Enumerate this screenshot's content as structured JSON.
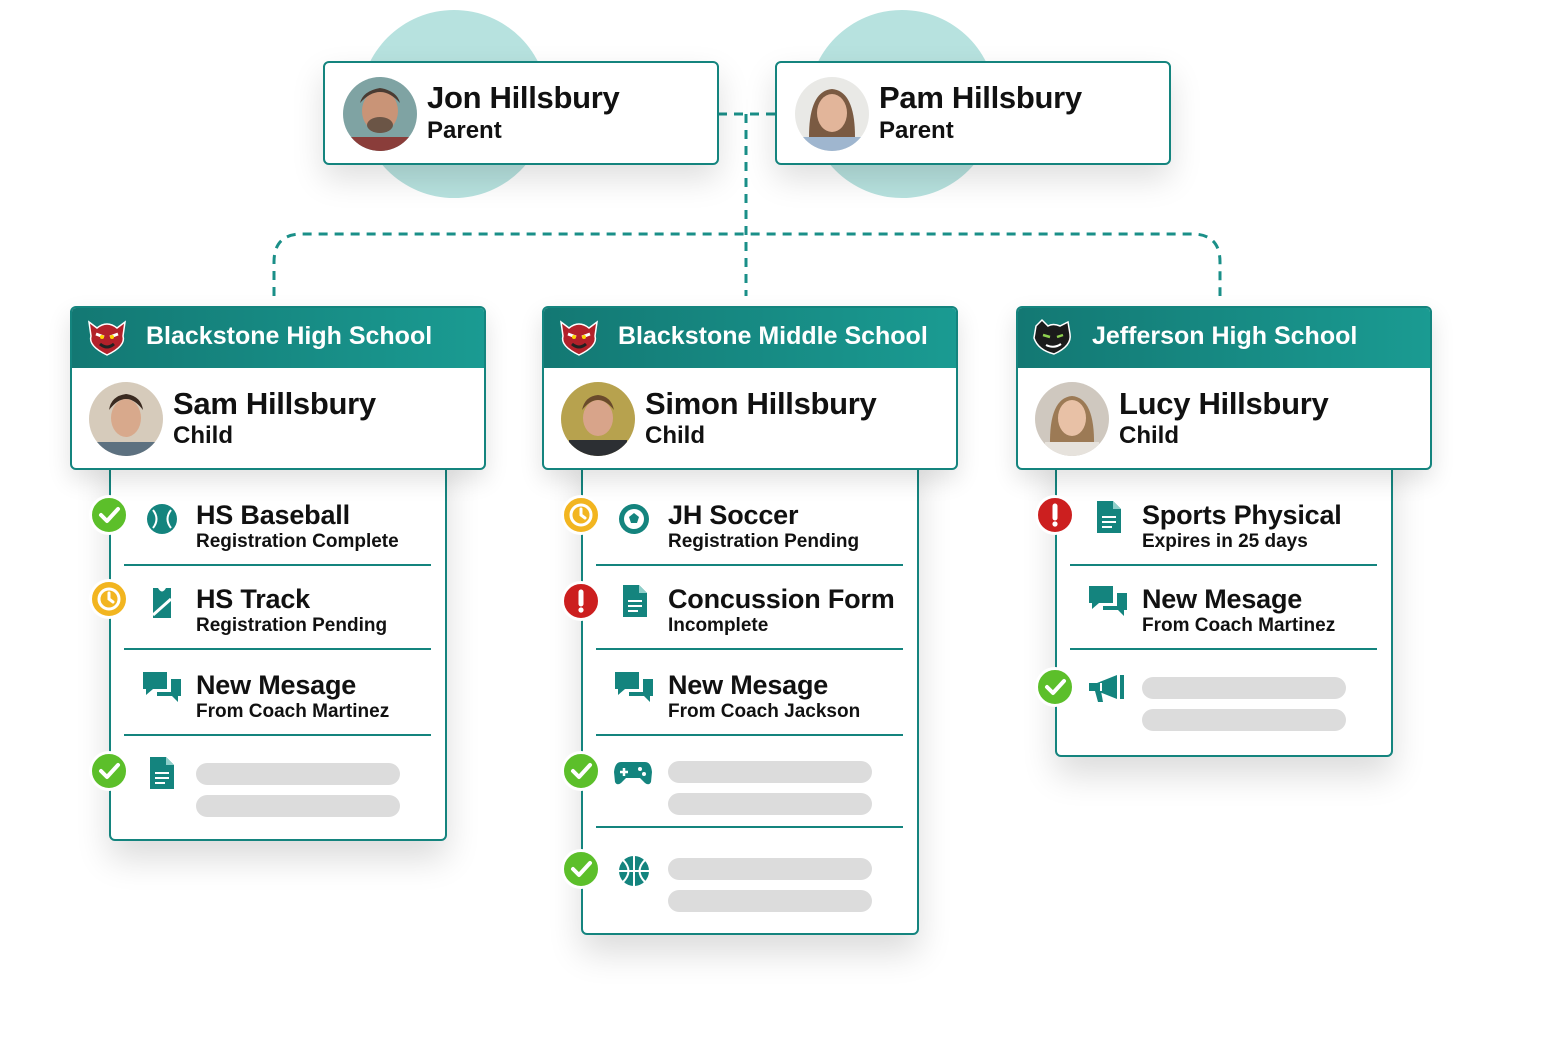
{
  "colors": {
    "teal": "#14847e",
    "green": "#5cbf2a",
    "orange": "#f2b520",
    "red": "#cc1f1f",
    "circle": "#b7e2df"
  },
  "parents": [
    {
      "name": "Jon Hillsbury",
      "role": "Parent"
    },
    {
      "name": "Pam Hillsbury",
      "role": "Parent"
    }
  ],
  "children": [
    {
      "school": "Blackstone High School",
      "school_logo": "tiger-icon",
      "name": "Sam Hillsbury",
      "role": "Child",
      "items": [
        {
          "status": "check",
          "icon": "baseball-icon",
          "title": "HS Baseball",
          "subtitle": "Registration Complete"
        },
        {
          "status": "clock",
          "icon": "running-shirt-icon",
          "title": "HS Track",
          "subtitle": "Registration Pending"
        },
        {
          "status": "none",
          "icon": "chat-icon",
          "title": "New Mesage",
          "subtitle": "From Coach Martinez"
        },
        {
          "status": "check",
          "icon": "document-icon",
          "title": "",
          "subtitle": ""
        }
      ]
    },
    {
      "school": "Blackstone Middle School",
      "school_logo": "tiger-icon",
      "name": "Simon Hillsbury",
      "role": "Child",
      "items": [
        {
          "status": "clock",
          "icon": "soccer-icon",
          "title": "JH Soccer",
          "subtitle": "Registration Pending"
        },
        {
          "status": "alert",
          "icon": "document-icon",
          "title": "Concussion Form",
          "subtitle": "Incomplete"
        },
        {
          "status": "none",
          "icon": "chat-icon",
          "title": "New Mesage",
          "subtitle": "From Coach Jackson"
        },
        {
          "status": "check",
          "icon": "gamepad-icon",
          "title": "",
          "subtitle": ""
        },
        {
          "status": "check",
          "icon": "basketball-icon",
          "title": "",
          "subtitle": ""
        }
      ]
    },
    {
      "school": "Jefferson High School",
      "school_logo": "panther-icon",
      "name": "Lucy Hillsbury",
      "role": "Child",
      "items": [
        {
          "status": "alert",
          "icon": "document-icon",
          "title": "Sports Physical",
          "subtitle": "Expires in 25 days"
        },
        {
          "status": "none",
          "icon": "chat-icon",
          "title": "New Mesage",
          "subtitle": "From Coach Martinez"
        },
        {
          "status": "check",
          "icon": "megaphone-icon",
          "title": "",
          "subtitle": ""
        }
      ]
    }
  ]
}
